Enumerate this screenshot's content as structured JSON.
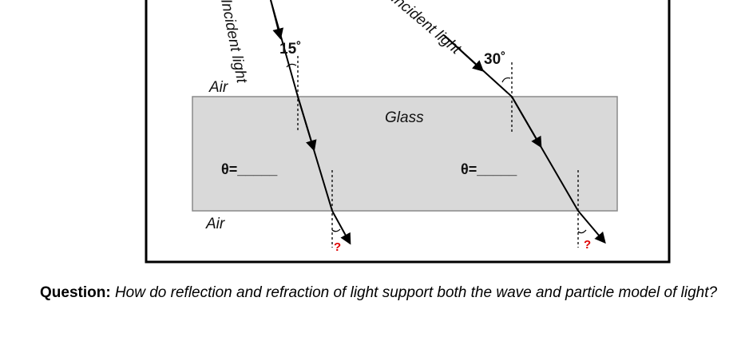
{
  "diagram": {
    "labels": {
      "air_top": "Air",
      "air_bottom": "Air",
      "glass": "Glass",
      "incident_left": "Incident light",
      "incident_right": "Incident light"
    },
    "rays": [
      {
        "incident_angle": "15˚",
        "theta_label": "θ=_____",
        "unknown": "?"
      },
      {
        "incident_angle": "30˚",
        "theta_label": "θ=_____",
        "unknown": "?"
      }
    ]
  },
  "question": {
    "label": "Question:",
    "text": " How do reflection and refraction of light support both the wave and particle model of light?"
  }
}
